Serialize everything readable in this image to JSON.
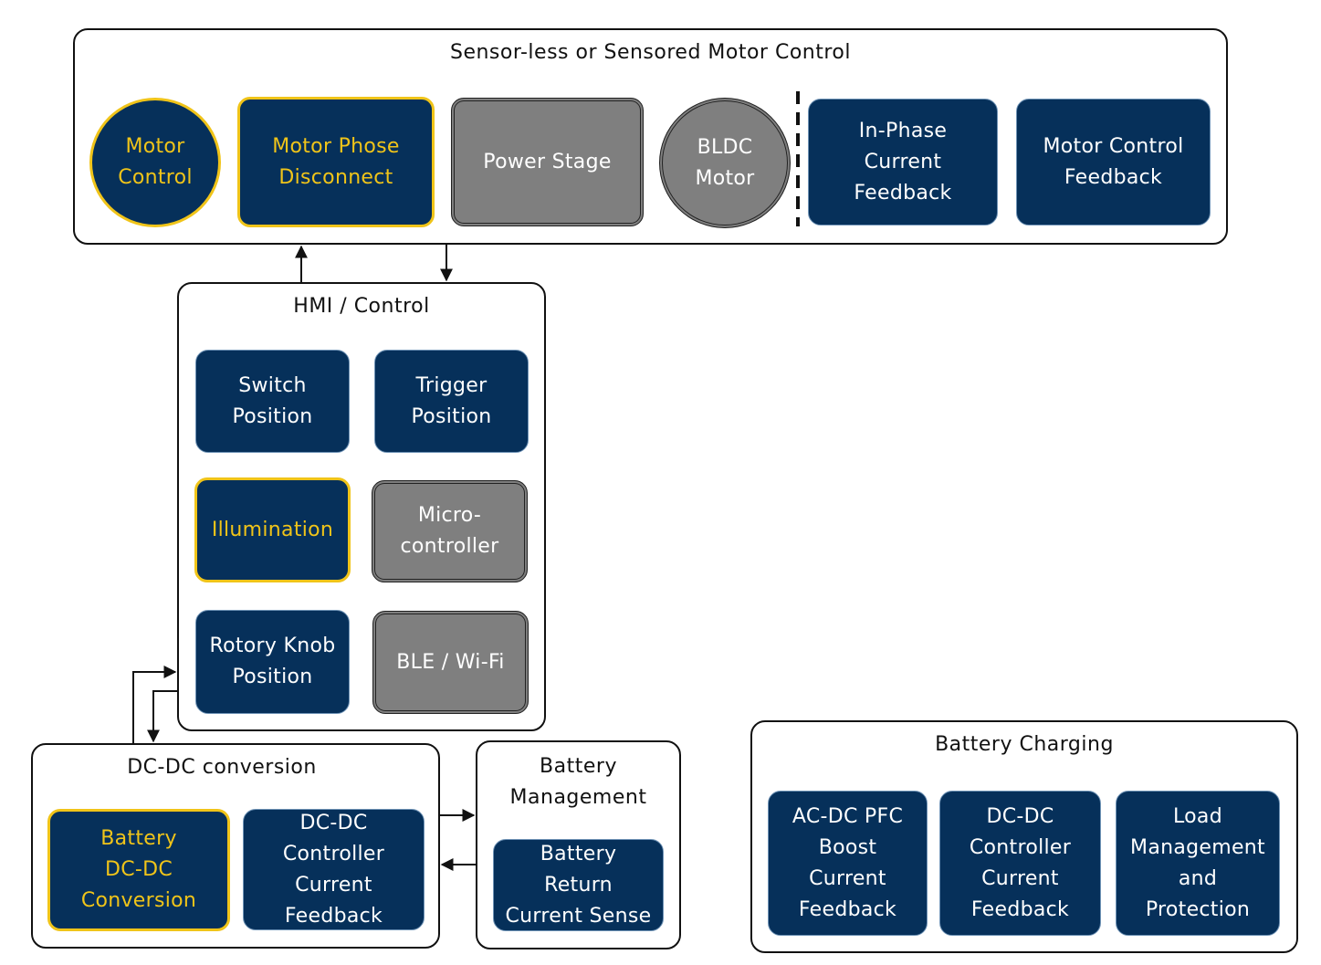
{
  "colors": {
    "navy": "#06305a",
    "highlight": "#f0c419",
    "gray": "#7f7f7f",
    "outline": "#111111"
  },
  "motor_control": {
    "title": "Sensor-less or Sensored Motor Control",
    "motor_control": "Motor\nControl",
    "phase_disconnect": "Motor Phose\nDisconnect",
    "power_stage": "Power Stage",
    "bldc_motor": "BLDC\nMotor",
    "in_phase_feedback": "In-Phase\nCurrent\nFeedback",
    "motor_feedback": "Motor Control\nFeedback"
  },
  "hmi": {
    "title": "HMI / Control",
    "switch_position": "Switch\nPosition",
    "trigger_position": "Trigger\nPosition",
    "illumination": "Illumination",
    "microcontroller": "Micro-\ncontroller",
    "rotory_knob": "Rotory Knob\nPosition",
    "ble_wifi": "BLE / Wi-Fi"
  },
  "dcdc": {
    "title": "DC-DC conversion",
    "battery_dcdc": "Battery\nDC-DC\nConversion",
    "controller_feedback": "DC-DC\nController\nCurrent\nFeedback"
  },
  "battery_mgmt": {
    "title": "Battery\nManagement",
    "return_sense": "Battery\nReturn\nCurrent Sense"
  },
  "battery_charging": {
    "title": "Battery Charging",
    "pfc_boost": "AC-DC PFC\nBoost\nCurrent\nFeedback",
    "dcdc_feedback": "DC-DC\nController\nCurrent\nFeedback",
    "load_mgmt": "Load\nManagement\nand\nProtection"
  }
}
